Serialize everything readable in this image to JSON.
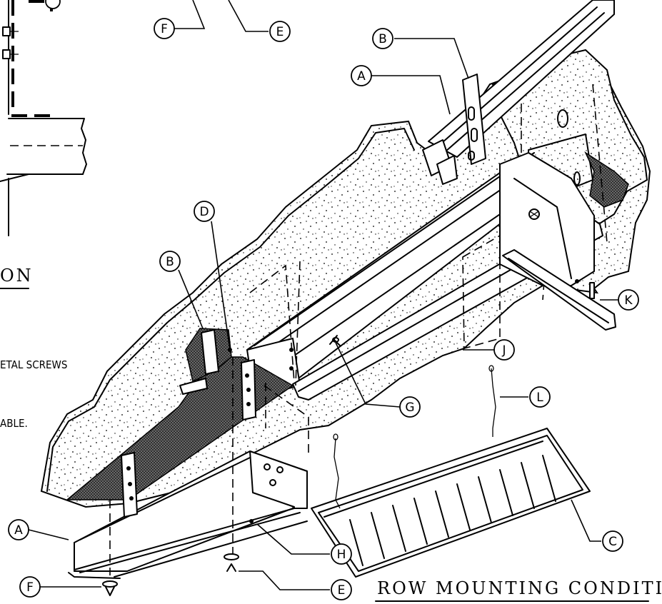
{
  "title": "ROW MOUNTING CONDITION",
  "section_title_fragment": "ON",
  "notes": {
    "line1": "ETAL SCREWS",
    "line2": "ABLE."
  },
  "callouts": {
    "A": "A",
    "B": "B",
    "C": "C",
    "D": "D",
    "E": "E",
    "F": "F",
    "G": "G",
    "H": "H",
    "J": "J",
    "K": "K",
    "L": "L"
  }
}
